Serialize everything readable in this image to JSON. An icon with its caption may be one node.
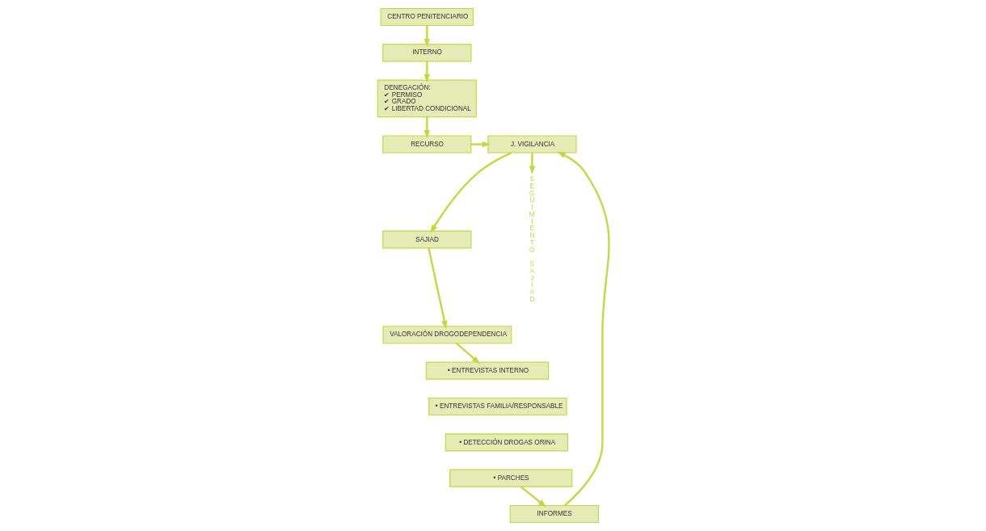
{
  "diagram": {
    "nodes": [
      {
        "text": [
          "CENTRO PENITENCIARIO"
        ]
      },
      {
        "text": [
          "INTERNO"
        ]
      },
      {
        "text": [
          "DENEGACIÓN:",
          "✔ PERMISO",
          "✔ GRADO",
          "✔ LIBERTAD CONDICIONAL"
        ]
      },
      {
        "text": [
          "RECURSO"
        ]
      },
      {
        "text": [
          "J. VIGILANCIA"
        ]
      },
      {
        "text": [
          "SAJIAD"
        ]
      },
      {
        "text": [
          "VALORACIÓN DROGODEPENDENCIA"
        ]
      },
      {
        "text": [
          "• ENTREVISTAS INTERNO"
        ]
      },
      {
        "text": [
          "• ENTREVISTAS FAMILIA/RESPONSABLE"
        ]
      },
      {
        "text": [
          "• DETECCIÓN DROGAS ORINA"
        ]
      },
      {
        "text": [
          "• PARCHES"
        ]
      },
      {
        "text": [
          "INFORMES"
        ]
      },
      {
        "text": [
          "SEGUIMIENTO SAJIAD"
        ]
      }
    ],
    "edges": [
      {
        "from": 0,
        "to": 1,
        "arrow": "to"
      },
      {
        "from": 1,
        "to": 2,
        "arrow": "to"
      },
      {
        "from": 2,
        "to": 3,
        "arrow": "to"
      },
      {
        "from": 3,
        "to": 4,
        "arrow": "to"
      },
      {
        "from": 4,
        "to": 12,
        "arrow": "to"
      },
      {
        "from": 4,
        "to": 5,
        "arrow": "to"
      },
      {
        "from": 5,
        "to": 6,
        "arrow": "to"
      },
      {
        "from": 6,
        "to": 7,
        "arrow": "to"
      },
      {
        "from": 10,
        "to": 11,
        "arrow": "to"
      },
      {
        "from": 11,
        "to": 4,
        "arrow": "to"
      }
    ]
  }
}
